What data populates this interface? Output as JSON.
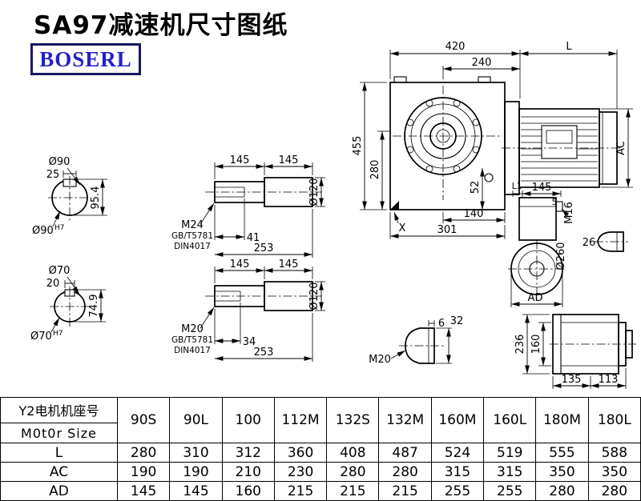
{
  "page": {
    "title": "SA97减速机尺寸图纸",
    "logo": "BOSERL"
  },
  "main_view": {
    "dim_420": "420",
    "dim_L": "L",
    "dim_240": "240",
    "dim_455": "455",
    "dim_280": "280",
    "dim_52": "52",
    "dim_AC": "AC",
    "dim_140": "140",
    "dim_301": "301",
    "label_X": "X"
  },
  "shaft_end_top": {
    "dia": "Ø90",
    "key_width": "25",
    "height_over_key": "95.4",
    "fit_base": "Ø90",
    "fit_sup": "H7"
  },
  "shaft_end_bottom": {
    "dia": "Ø70",
    "key_width": "20",
    "height_over_key": "74.9",
    "fit_base": "Ø70",
    "fit_sup": "H7"
  },
  "hollow_shaft_top": {
    "len1": "145",
    "len2": "145",
    "dia": "Ø120",
    "thread": "M24",
    "std1": "GB/T5781",
    "std2": "DIN4017",
    "thread_depth": "41",
    "total_len": "253"
  },
  "hollow_shaft_bottom": {
    "len1": "145",
    "len2": "145",
    "dia": "Ø120",
    "thread": "M20",
    "std1": "GB/T5781",
    "std2": "DIN4017",
    "thread_depth": "34",
    "total_len": "253"
  },
  "side_view": {
    "dim_L1": "L1",
    "dim_145": "145",
    "dim_5": "5",
    "thread": "M16",
    "dia": "Ø260",
    "dim_26": "26",
    "dim_AD": "AD"
  },
  "shaft_tip_view": {
    "thread": "M20",
    "dim_6": "6",
    "dim_32": "32"
  },
  "rear_view": {
    "dim_236": "236",
    "dim_160": "160",
    "dim_135": "135",
    "dim_113": "113"
  },
  "table": {
    "header_label_line1": "Y2电机机座号",
    "header_label_line2": "M0t0r Size",
    "columns": [
      "90S",
      "90L",
      "100",
      "112M",
      "132S",
      "132M",
      "160M",
      "160L",
      "180M",
      "180L"
    ],
    "rows": [
      {
        "label": "L",
        "values": [
          "280",
          "310",
          "312",
          "360",
          "408",
          "487",
          "524",
          "519",
          "555",
          "588"
        ]
      },
      {
        "label": "AC",
        "values": [
          "190",
          "190",
          "210",
          "230",
          "280",
          "280",
          "315",
          "315",
          "350",
          "350"
        ]
      },
      {
        "label": "AD",
        "values": [
          "145",
          "145",
          "160",
          "215",
          "215",
          "215",
          "255",
          "255",
          "280",
          "280"
        ]
      }
    ]
  }
}
